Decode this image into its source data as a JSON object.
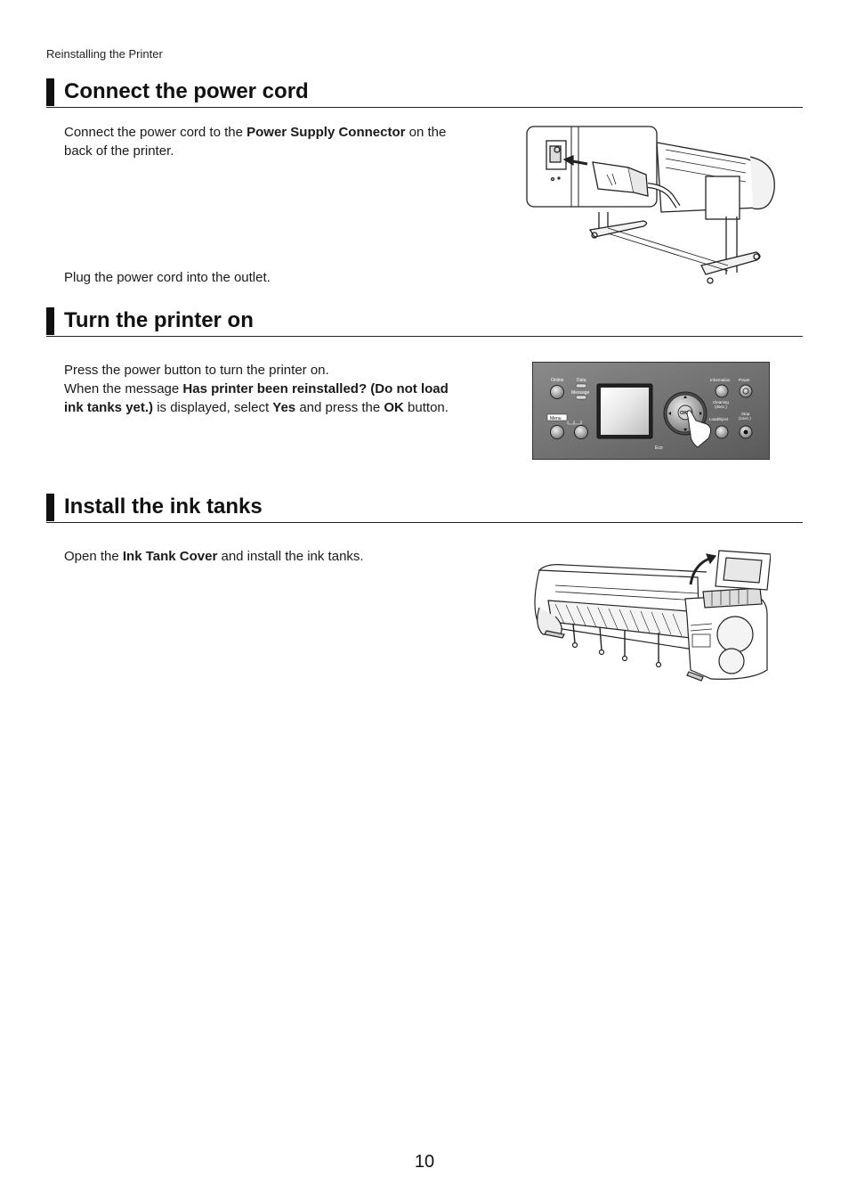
{
  "running_head": "Reinstalling the Printer",
  "sections": [
    {
      "title": "Connect the power cord",
      "p1": {
        "t1": "Connect the power cord to the ",
        "b1": "Power Supply Connector",
        "t2": " on the",
        "t3": "back of the printer."
      },
      "p2": "Plug the power cord into the outlet."
    },
    {
      "title": "Turn the printer on",
      "line1": "Press the power button to turn the printer on.",
      "line2": {
        "t1": "When the message ",
        "b1": "Has printer been reinstalled? (Do not load",
        "b2": "ink tanks yet.)",
        "t2": " is displayed, select ",
        "b3": "Yes",
        "t3": " and press the ",
        "b4": "OK",
        "t4": " button."
      },
      "panel_labels": {
        "online": "Online",
        "data": "Data",
        "message": "Message",
        "menu": "Menu",
        "information": "Information",
        "power": "Power",
        "cleaning": "Cleaning",
        "cleaning_sub": "(3sec.)",
        "load_eject": "Load/Eject",
        "stop": "Stop",
        "stop_sub": "(1sec.)",
        "ok": "OK",
        "logo": "Eco"
      }
    },
    {
      "title": "Install the ink tanks",
      "p1": {
        "t1": "Open the ",
        "b1": "Ink Tank Cover",
        "t2": " and install the ink tanks."
      }
    }
  ],
  "page_number": "10"
}
